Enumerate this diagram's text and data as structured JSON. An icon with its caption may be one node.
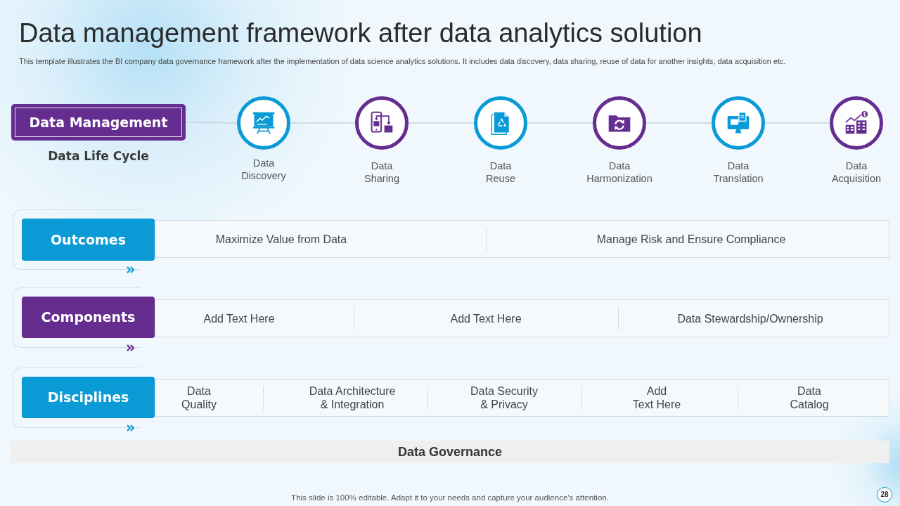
{
  "diagram": {
    "title": "Data management framework after data analytics solution",
    "nodes": [
      {
        "text": [
          "Data Management"
        ],
        "beside": [
          "Data Life Cycle"
        ]
      },
      {
        "text": [
          "Data Discovery"
        ]
      },
      {
        "text": [
          "Data Sharing"
        ]
      },
      {
        "text": [
          "Data Reuse"
        ]
      },
      {
        "text": [
          "Data Harmonization"
        ]
      },
      {
        "text": [
          "Data Translation"
        ]
      },
      {
        "text": [
          "Data Acquisition"
        ]
      },
      {
        "text": [
          "Outcomes"
        ]
      },
      {
        "text": [
          "Maximize Value from Data",
          "Manage Risk and Ensure Compliance"
        ]
      },
      {
        "text": [
          "Components"
        ]
      },
      {
        "text": [
          "Add Text Here",
          "Add Text Here",
          "Data Stewardship/Ownership"
        ]
      },
      {
        "text": [
          "Disciplines"
        ]
      },
      {
        "text": [
          "Data Quality",
          "Data Architecture & Integration",
          "Data Security & Privacy",
          "Add Text Here",
          "Data Catalog"
        ]
      },
      {
        "text": [
          "Data Governance"
        ]
      }
    ],
    "edges": [
      {
        "from": 0,
        "to": 1,
        "arrow": "none"
      },
      {
        "from": 1,
        "to": 2,
        "arrow": "none"
      },
      {
        "from": 2,
        "to": 3,
        "arrow": "none"
      },
      {
        "from": 3,
        "to": 4,
        "arrow": "none"
      },
      {
        "from": 4,
        "to": 5,
        "arrow": "none"
      },
      {
        "from": 5,
        "to": 6,
        "arrow": "none"
      }
    ],
    "labels": [
      "This template illustrates the BI company data governance framework after the implementation of data science analytics solutions. It includes data discovery, data sharing, reuse of data for another insights, data acquisition etc.",
      "This slide is 100% editable. Adapt it to your needs and capture your audience’s attention.",
      "28"
    ]
  }
}
